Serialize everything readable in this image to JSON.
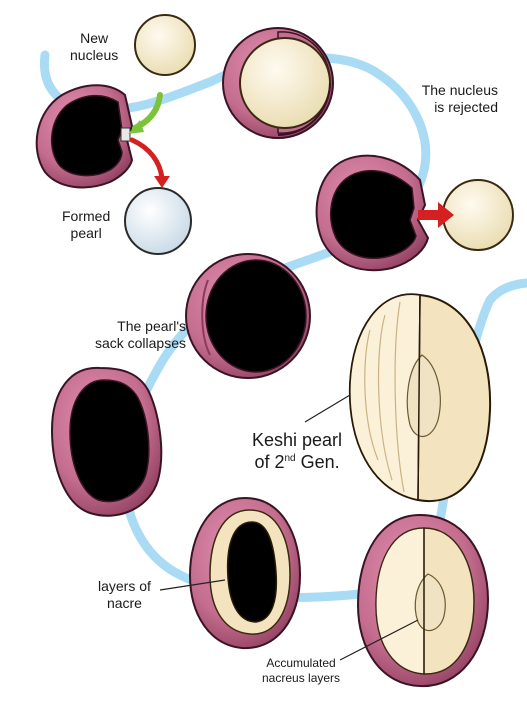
{
  "labels": {
    "new_nucleus": [
      "New",
      "nucleus"
    ],
    "formed_pearl": [
      "Formed",
      "pearl"
    ],
    "nucleus_rejected": [
      "The nucleus",
      "is rejected"
    ],
    "sack_collapses": [
      "The pearl's",
      "sack collapses"
    ],
    "keshi_pearl": {
      "line1": "Keshi pearl",
      "line2_prefix": "of 2",
      "line2_sup": "nd",
      "line2_suffix": " Gen."
    },
    "layers_of_nacre": [
      "layers of",
      "nacre"
    ],
    "accumulated": [
      "Accumulated",
      "nacreus layers"
    ]
  },
  "colors": {
    "path": "#a9dcf4",
    "sack": "#c46d8e",
    "sack_dark": "#6b2a45",
    "cavity": "#000000",
    "nucleus": "#f5ebc8",
    "formed_pearl": "#dbe8f0",
    "arrow_green": "#7cc23a",
    "arrow_red": "#d42020"
  }
}
